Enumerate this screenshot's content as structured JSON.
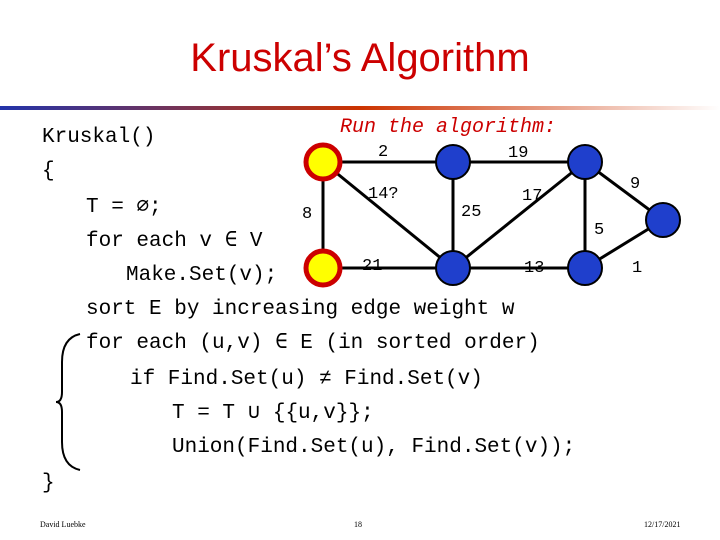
{
  "slide": {
    "title": "Kruskal’s Algorithm",
    "run_label": "Run the algorithm:",
    "code": [
      "Kruskal()",
      "{",
      "T = ∅;",
      "for each v ∈ V",
      "Make.Set(v);",
      "sort E by increasing edge weight w",
      "for each (u,v) ∈ E (in sorted order)",
      "if Find.Set(u) ≠ Find.Set(v)",
      "T = T ∪ {{u,v}};",
      "Union(Find.Set(u), Find.Set(v));",
      "}"
    ],
    "graph": {
      "edge_color": "#000000",
      "edge_labels": {
        "e2": "2",
        "e19": "19",
        "e9": "9",
        "e8": "8",
        "e14": "14?",
        "e25": "25",
        "e17": "17",
        "e5": "5",
        "e21": "21",
        "e13": "13",
        "e1": "1"
      },
      "node_colors": {
        "red_fill": "#cc0000",
        "yellow_fill": "#ffff00",
        "blue_fill": "#1f3fcc"
      }
    },
    "footer": {
      "author": "David Luebke",
      "page": "18",
      "date": "12/17/2021"
    }
  }
}
